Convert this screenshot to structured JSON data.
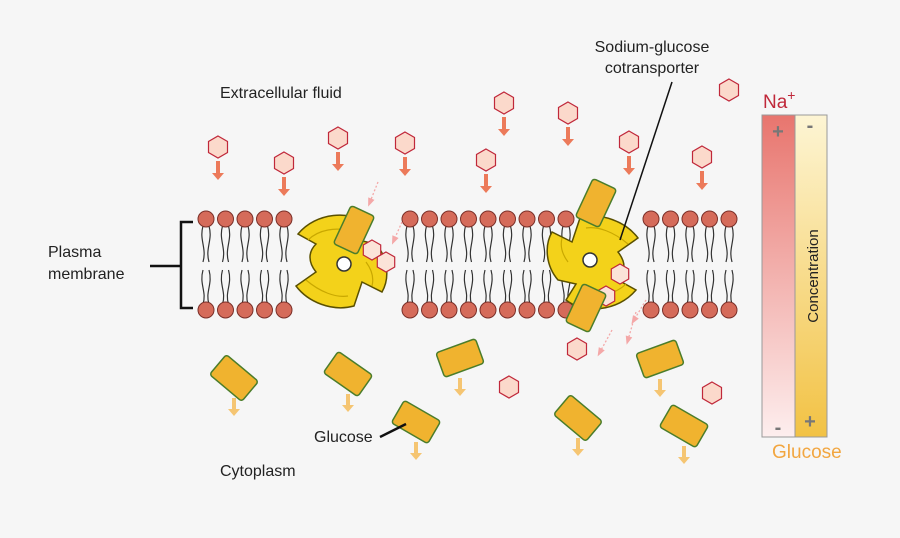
{
  "labels": {
    "extracellular": "Extracellular fluid",
    "cytoplasm": "Cytoplasm",
    "membrane_line1": "Plasma",
    "membrane_line2": "membrane",
    "transporter_line1": "Sodium-glucose",
    "transporter_line2": "cotransporter",
    "glucose": "Glucose",
    "na": "Na",
    "na_charge": "+",
    "concentration": "Concentration",
    "glucose_gradient": "Glucose",
    "plus": "+",
    "minus": "-"
  },
  "colors": {
    "sodium": "#c0283a",
    "glucose": "#f2a640",
    "transporter": "#f3d21a",
    "lipid_head": "#d56b5a",
    "background": "#f6f6f6"
  }
}
